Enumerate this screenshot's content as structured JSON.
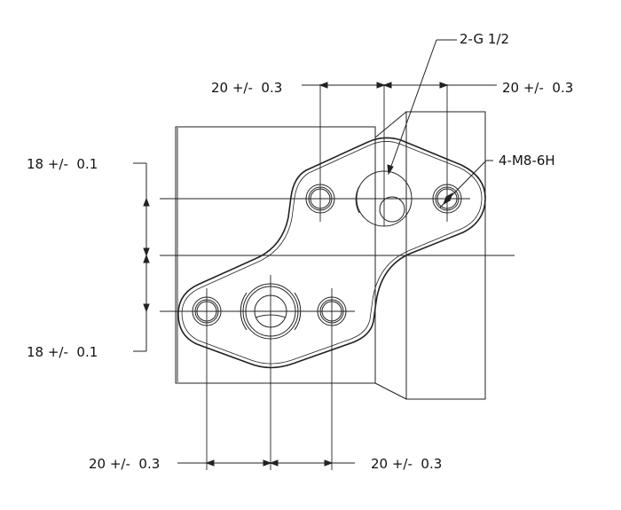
{
  "callouts": {
    "port_thread": "2-G 1/2",
    "bolt_thread": "4-M8-6H"
  },
  "dimensions": {
    "top_left": "20 +/-  0.3",
    "top_right": "20 +/-  0.3",
    "left_upper": "18 +/-  0.1",
    "left_lower": "18 +/-  0.1",
    "bottom_left": "20 +/-  0.3",
    "bottom_right": "20 +/-  0.3"
  },
  "colors": {
    "line": "#222222",
    "background": "#ffffff"
  }
}
